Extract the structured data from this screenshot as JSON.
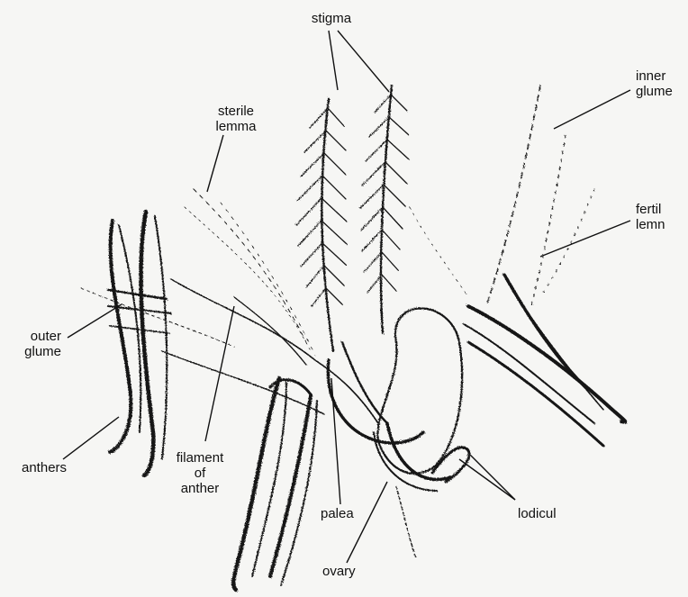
{
  "labels": {
    "stigma": "stigma",
    "inner_glume": [
      "inner",
      "glume"
    ],
    "sterile_lemma": [
      "sterile",
      "lemma"
    ],
    "fertile_lemma": [
      "fertil",
      "lemn"
    ],
    "outer_glume": [
      "outer",
      "glume"
    ],
    "anthers": "anthers",
    "filament_of_anther": [
      "filament",
      "of",
      "anther"
    ],
    "palea": "palea",
    "lodicule": "lodicul",
    "ovary": "ovary"
  },
  "colors": {
    "ink": "#111111",
    "paper": "#f6f6f4"
  }
}
